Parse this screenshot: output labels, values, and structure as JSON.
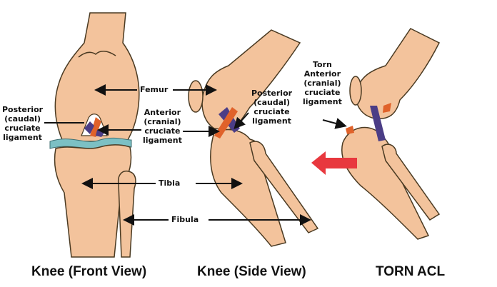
{
  "labels": {
    "femur": "Femur",
    "tibia": "Tibia",
    "fibula": "Fibula",
    "posterior_front": [
      "Posterior",
      "(caudal)",
      "cruciate",
      "ligament"
    ],
    "anterior_front": [
      "Anterior",
      "(cranial)",
      "cruciate",
      "ligament"
    ],
    "posterior_side": [
      "Posterior",
      "(caudal)",
      "cruciate",
      "ligament"
    ],
    "torn_acl": [
      "Torn",
      "Anterior",
      "(cranial)",
      "cruciate",
      "ligament"
    ]
  },
  "titles": {
    "front": "Knee (Front View)",
    "side": "Knee (Side View)",
    "torn": "TORN ACL"
  },
  "colors": {
    "bone": "#f3c39c",
    "outline": "#4a3a22",
    "meniscus": "#7cc0c4",
    "acl": "#e0622a",
    "pcl": "#4b3d86",
    "arrow_red": "#e8383e"
  }
}
